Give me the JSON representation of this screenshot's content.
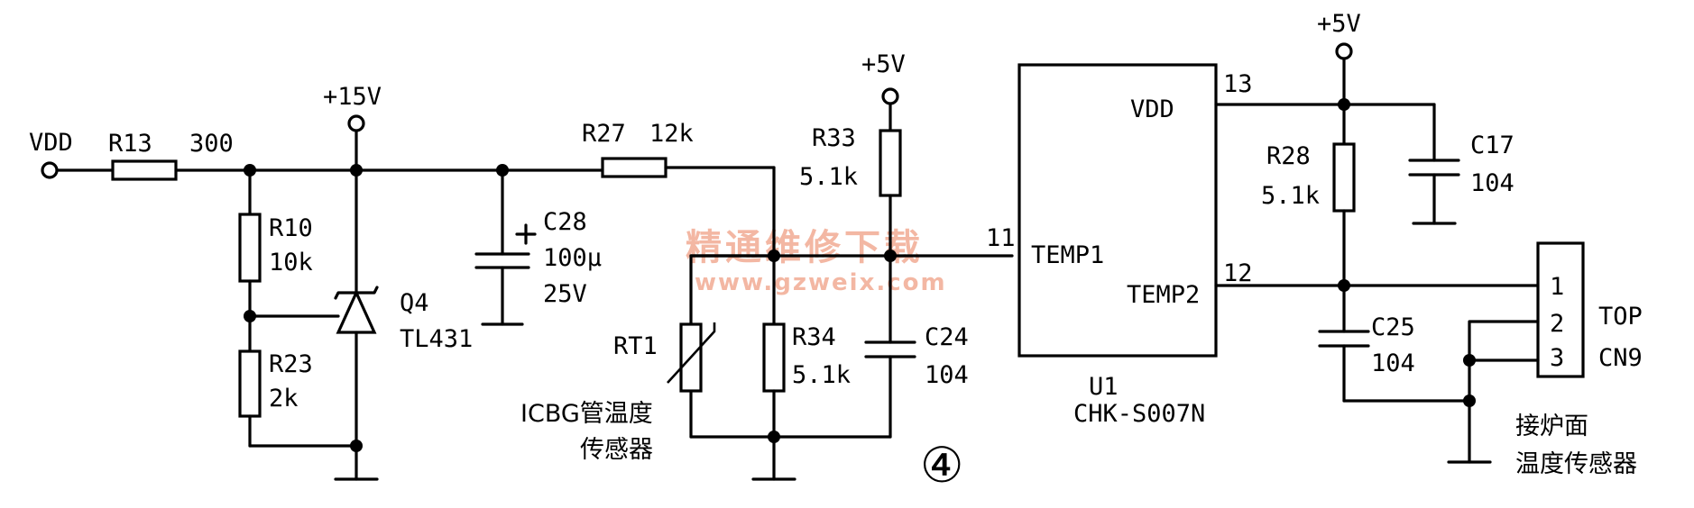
{
  "labels": {
    "vdd_in": "VDD",
    "r13": "R13",
    "r13_val": "300",
    "v15": "+15V",
    "r10": "R10",
    "r10_val": "10k",
    "r23": "R23",
    "r23_val": "2k",
    "q4": "Q4",
    "q4_val": "TL431",
    "c28": "C28",
    "c28_val": "100μ",
    "c28_volt": "25V",
    "r27": "R27",
    "r27_val": "12k",
    "v5_mid": "+5V",
    "r33": "R33",
    "r33_val": "5.1k",
    "rt1": "RT1",
    "r34": "R34",
    "r34_val": "5.1k",
    "c24": "C24",
    "c24_val": "104",
    "igbt_line1": "ICBG管温度",
    "igbt_line2": "传感器",
    "circle_num": "④",
    "pin11": "11",
    "temp1": "TEMP1",
    "temp2": "TEMP2",
    "vdd_pin": "VDD",
    "pin13": "13",
    "pin12": "12",
    "u1": "U1",
    "u1_val": "CHK-S007N",
    "v5_right": "+5V",
    "r28": "R28",
    "r28_val": "5.1k",
    "c17": "C17",
    "c17_val": "104",
    "c25": "C25",
    "c25_val": "104",
    "cn9_p1": "1",
    "cn9_p2": "2",
    "cn9_p3": "3",
    "top": "TOP",
    "cn9": "CN9",
    "sensor_line1": "接炉面",
    "sensor_line2": "温度传感器"
  },
  "watermark": {
    "text": "精通维修下载",
    "url": "www.gzweix.com",
    "color": "#f3b7a3"
  }
}
